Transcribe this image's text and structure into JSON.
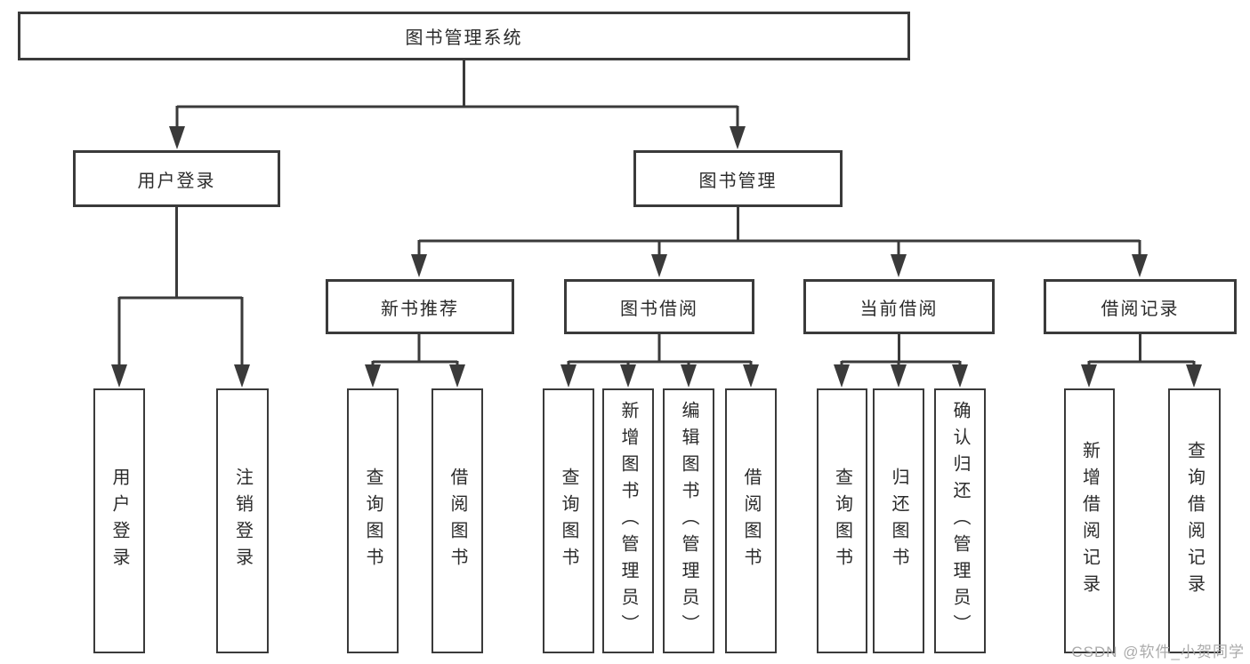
{
  "diagram": {
    "title": "图书管理系统",
    "nodes": {
      "root": {
        "label": "图书管理系统"
      },
      "level2": [
        {
          "label": "用户登录"
        },
        {
          "label": "图书管理"
        }
      ],
      "level3": [
        {
          "label": "新书推荐",
          "parent": "图书管理"
        },
        {
          "label": "图书借阅",
          "parent": "图书管理"
        },
        {
          "label": "当前借阅",
          "parent": "图书管理"
        },
        {
          "label": "借阅记录",
          "parent": "图书管理"
        }
      ],
      "leaves": [
        {
          "label": "用户登录",
          "parent": "用户登录"
        },
        {
          "label": "注销登录",
          "parent": "用户登录"
        },
        {
          "label": "查询图书",
          "parent": "新书推荐"
        },
        {
          "label": "借阅图书",
          "parent": "新书推荐"
        },
        {
          "label": "查询图书",
          "parent": "图书借阅"
        },
        {
          "label": "新增图书（管理员）",
          "parent": "图书借阅"
        },
        {
          "label": "编辑图书（管理员）",
          "parent": "图书借阅"
        },
        {
          "label": "借阅图书",
          "parent": "图书借阅"
        },
        {
          "label": "查询图书",
          "parent": "当前借阅"
        },
        {
          "label": "归还图书",
          "parent": "当前借阅"
        },
        {
          "label": "确认归还（管理员）",
          "parent": "当前借阅"
        },
        {
          "label": "新增借阅记录",
          "parent": "借阅记录"
        },
        {
          "label": "查询借阅记录",
          "parent": "借阅记录"
        }
      ]
    }
  },
  "watermark": {
    "text": "CSDN @软件_小贺同学"
  },
  "colors": {
    "line": "#3a3a3a",
    "box_border": "#3a3a3a",
    "box_fill": "#ffffff",
    "text": "#2b2b2b",
    "watermark": "#ababab",
    "background": "#ffffff"
  }
}
